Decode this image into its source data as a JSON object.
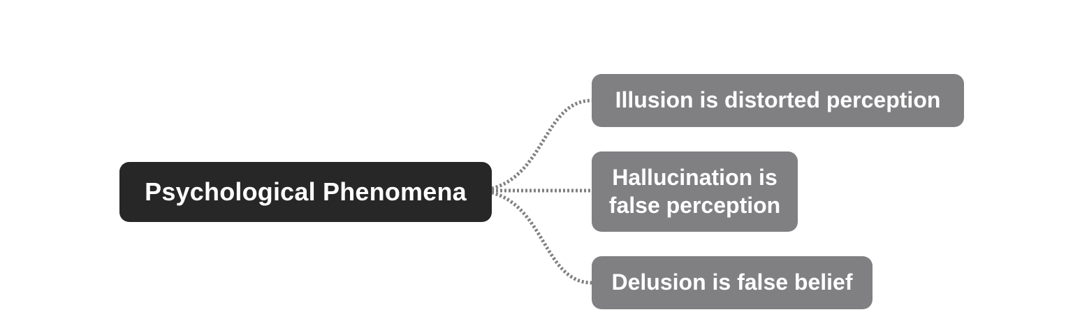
{
  "diagram": {
    "root": {
      "label": "Psychological Phenomena",
      "color": "#272727"
    },
    "children": [
      {
        "label": "Illusion is distorted perception"
      },
      {
        "label": "Hallucination is false perception"
      },
      {
        "label": "Delusion is false belief"
      }
    ],
    "child_color": "#808083",
    "connector_color": "#808080",
    "connector_style": "dotted"
  }
}
